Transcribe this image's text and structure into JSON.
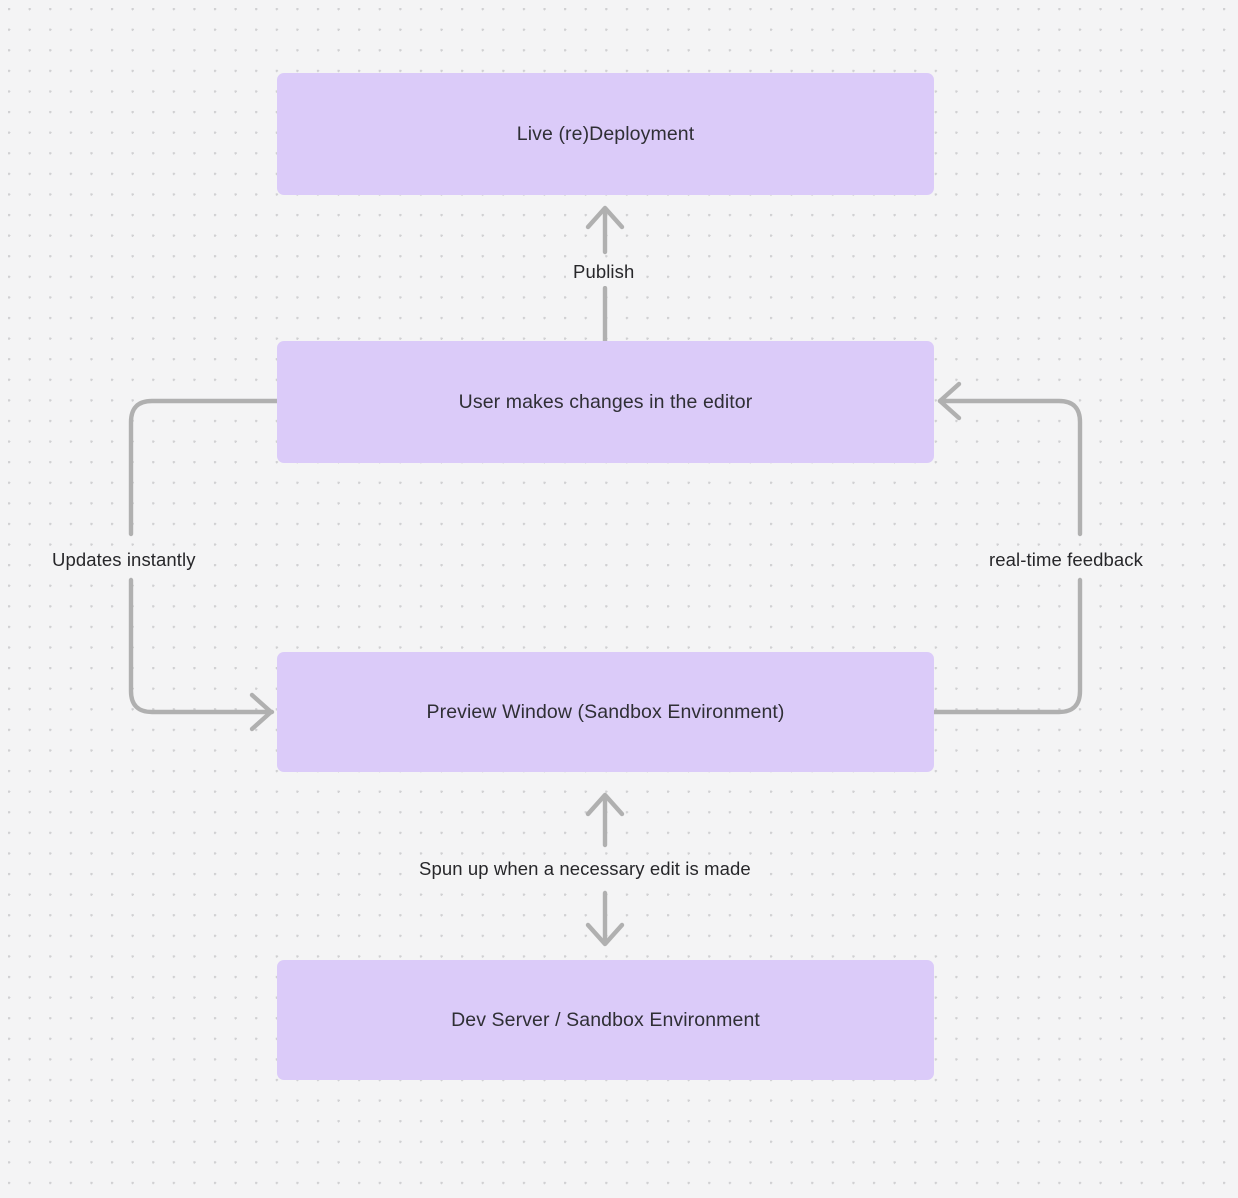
{
  "diagram": {
    "type": "flowchart",
    "background": "#f4f4f5",
    "grid": "dot-grid",
    "node_fill": "#dbcbf9",
    "edge_color": "#b0b0b0",
    "text_color": "#2f2f35",
    "nodes": [
      {
        "id": "live",
        "label": "Live (re)Deployment"
      },
      {
        "id": "user",
        "label": "User makes changes in the editor"
      },
      {
        "id": "preview",
        "label": "Preview Window (Sandbox Environment)"
      },
      {
        "id": "devserver",
        "label": "Dev Server / Sandbox Environment"
      }
    ],
    "edges": [
      {
        "id": "publish",
        "from": "user",
        "to": "live",
        "label": "Publish",
        "direction": "up"
      },
      {
        "id": "updates",
        "from": "user",
        "to": "preview",
        "label": "Updates instantly",
        "direction": "down-left-loop"
      },
      {
        "id": "realtime",
        "from": "preview",
        "to": "user",
        "label": "real-time feedback",
        "direction": "up-right-loop"
      },
      {
        "id": "spun",
        "from": "preview",
        "to": "devserver",
        "label": "Spun up when a necessary edit is made",
        "direction": "bidirectional"
      }
    ]
  }
}
